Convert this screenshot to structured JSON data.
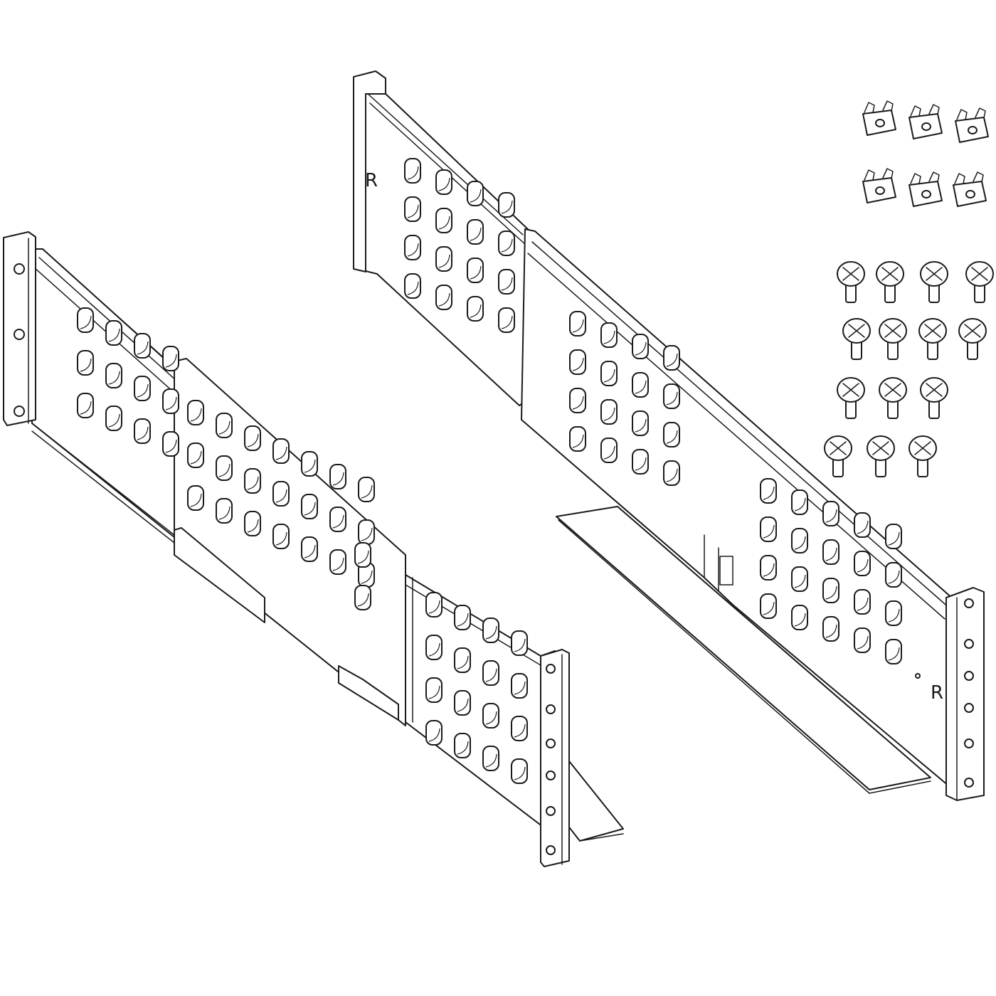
{
  "diagram": {
    "colors": {
      "line": "#1a1a1a",
      "background": "#ffffff"
    },
    "right_rail": {
      "markings": [
        "R",
        "R"
      ]
    },
    "left_rail": {},
    "hardware": {
      "cage_nut_count": 6,
      "screw_rows": [
        4,
        4,
        3,
        3
      ]
    }
  }
}
